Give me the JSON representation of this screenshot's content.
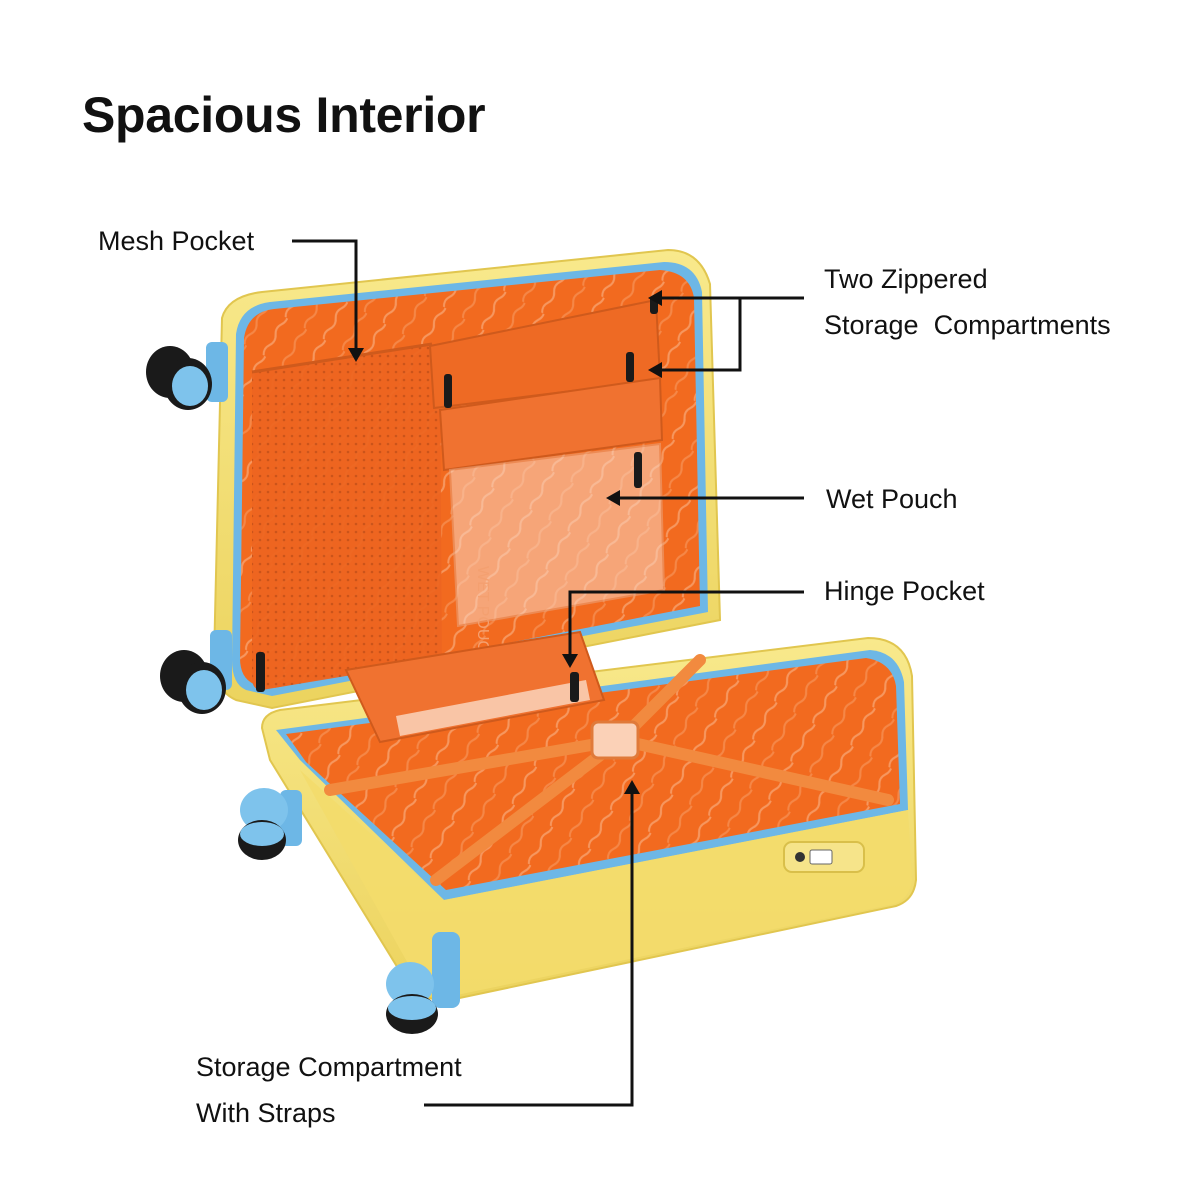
{
  "title": "Spacious Interior",
  "labels": {
    "mesh_pocket": "Mesh Pocket",
    "zippered_line1": "Two Zippered",
    "zippered_line2": "Storage  Compartments",
    "wet_pouch": "Wet Pouch",
    "hinge_pocket": "Hinge Pocket",
    "straps_line1": "Storage Compartment",
    "straps_line2": "With Straps"
  },
  "pouch_text": "WET POUCH",
  "colors": {
    "shell": "#f6e27a",
    "shell_shade": "#e7cd55",
    "lining": "#f26a1f",
    "lining_dark": "#d9561a",
    "trim": "#6db7e6",
    "wheel": "#7ec3ec",
    "tire": "#1a1a1a",
    "leader": "#111111"
  }
}
